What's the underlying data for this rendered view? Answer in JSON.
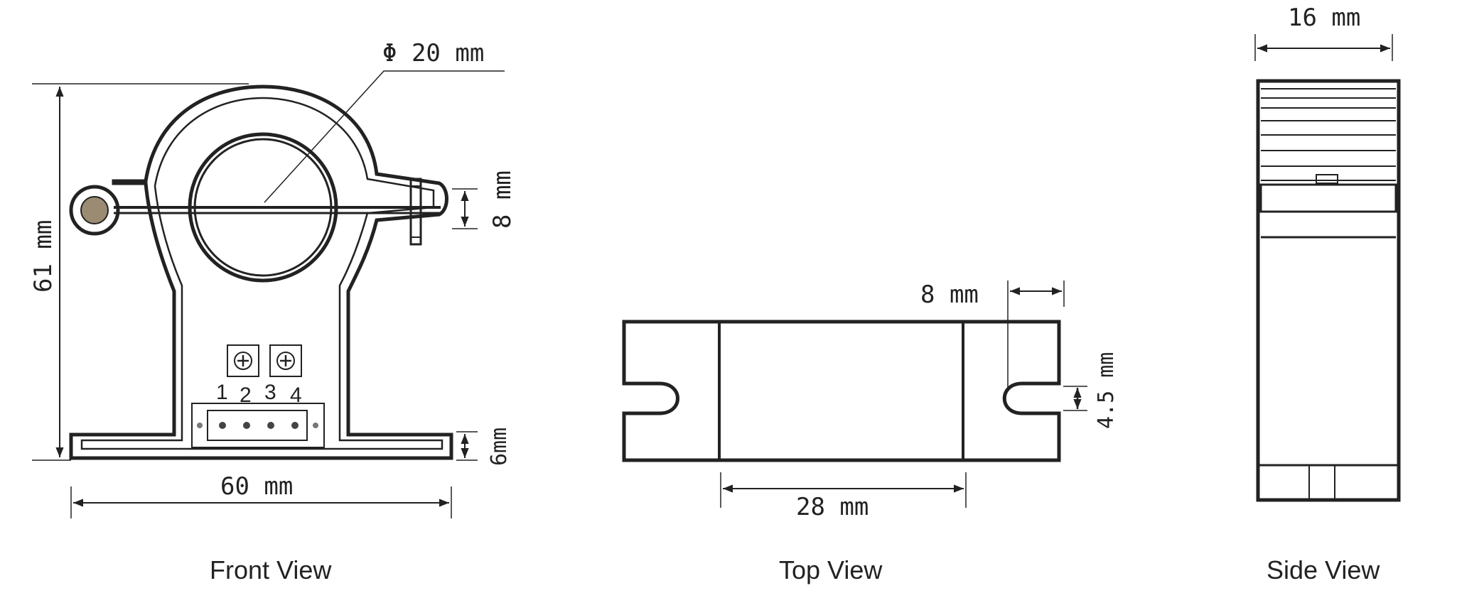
{
  "views": {
    "front": {
      "caption": "Front View",
      "dim_diameter": "Φ 20 mm",
      "dim_height": "61 mm",
      "dim_width": "60 mm",
      "dim_clamp": "8 mm",
      "dim_base": "6mm",
      "pins": [
        "1",
        "2",
        "3",
        "4"
      ]
    },
    "top": {
      "caption": "Top  View",
      "dim_slot_offset": "8 mm",
      "dim_slot_width": "4.5 mm",
      "dim_body": "28 mm"
    },
    "side": {
      "caption": "Side  View",
      "dim_width": "16 mm"
    }
  },
  "colors": {
    "line": "#222222",
    "clamp_knob": "#9a8b72"
  }
}
